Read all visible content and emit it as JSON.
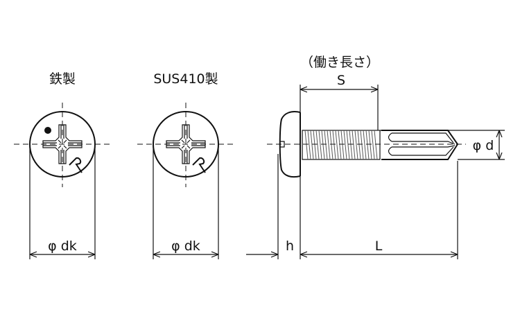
{
  "labels": {
    "steel": "鉄製",
    "sus410": "SUS410製",
    "working_length": "（働き長さ）",
    "s": "S",
    "phi_d": "φ d",
    "phi_dk_1": "φ dk",
    "phi_dk_2": "φ dk",
    "h": "h",
    "l": "L"
  }
}
